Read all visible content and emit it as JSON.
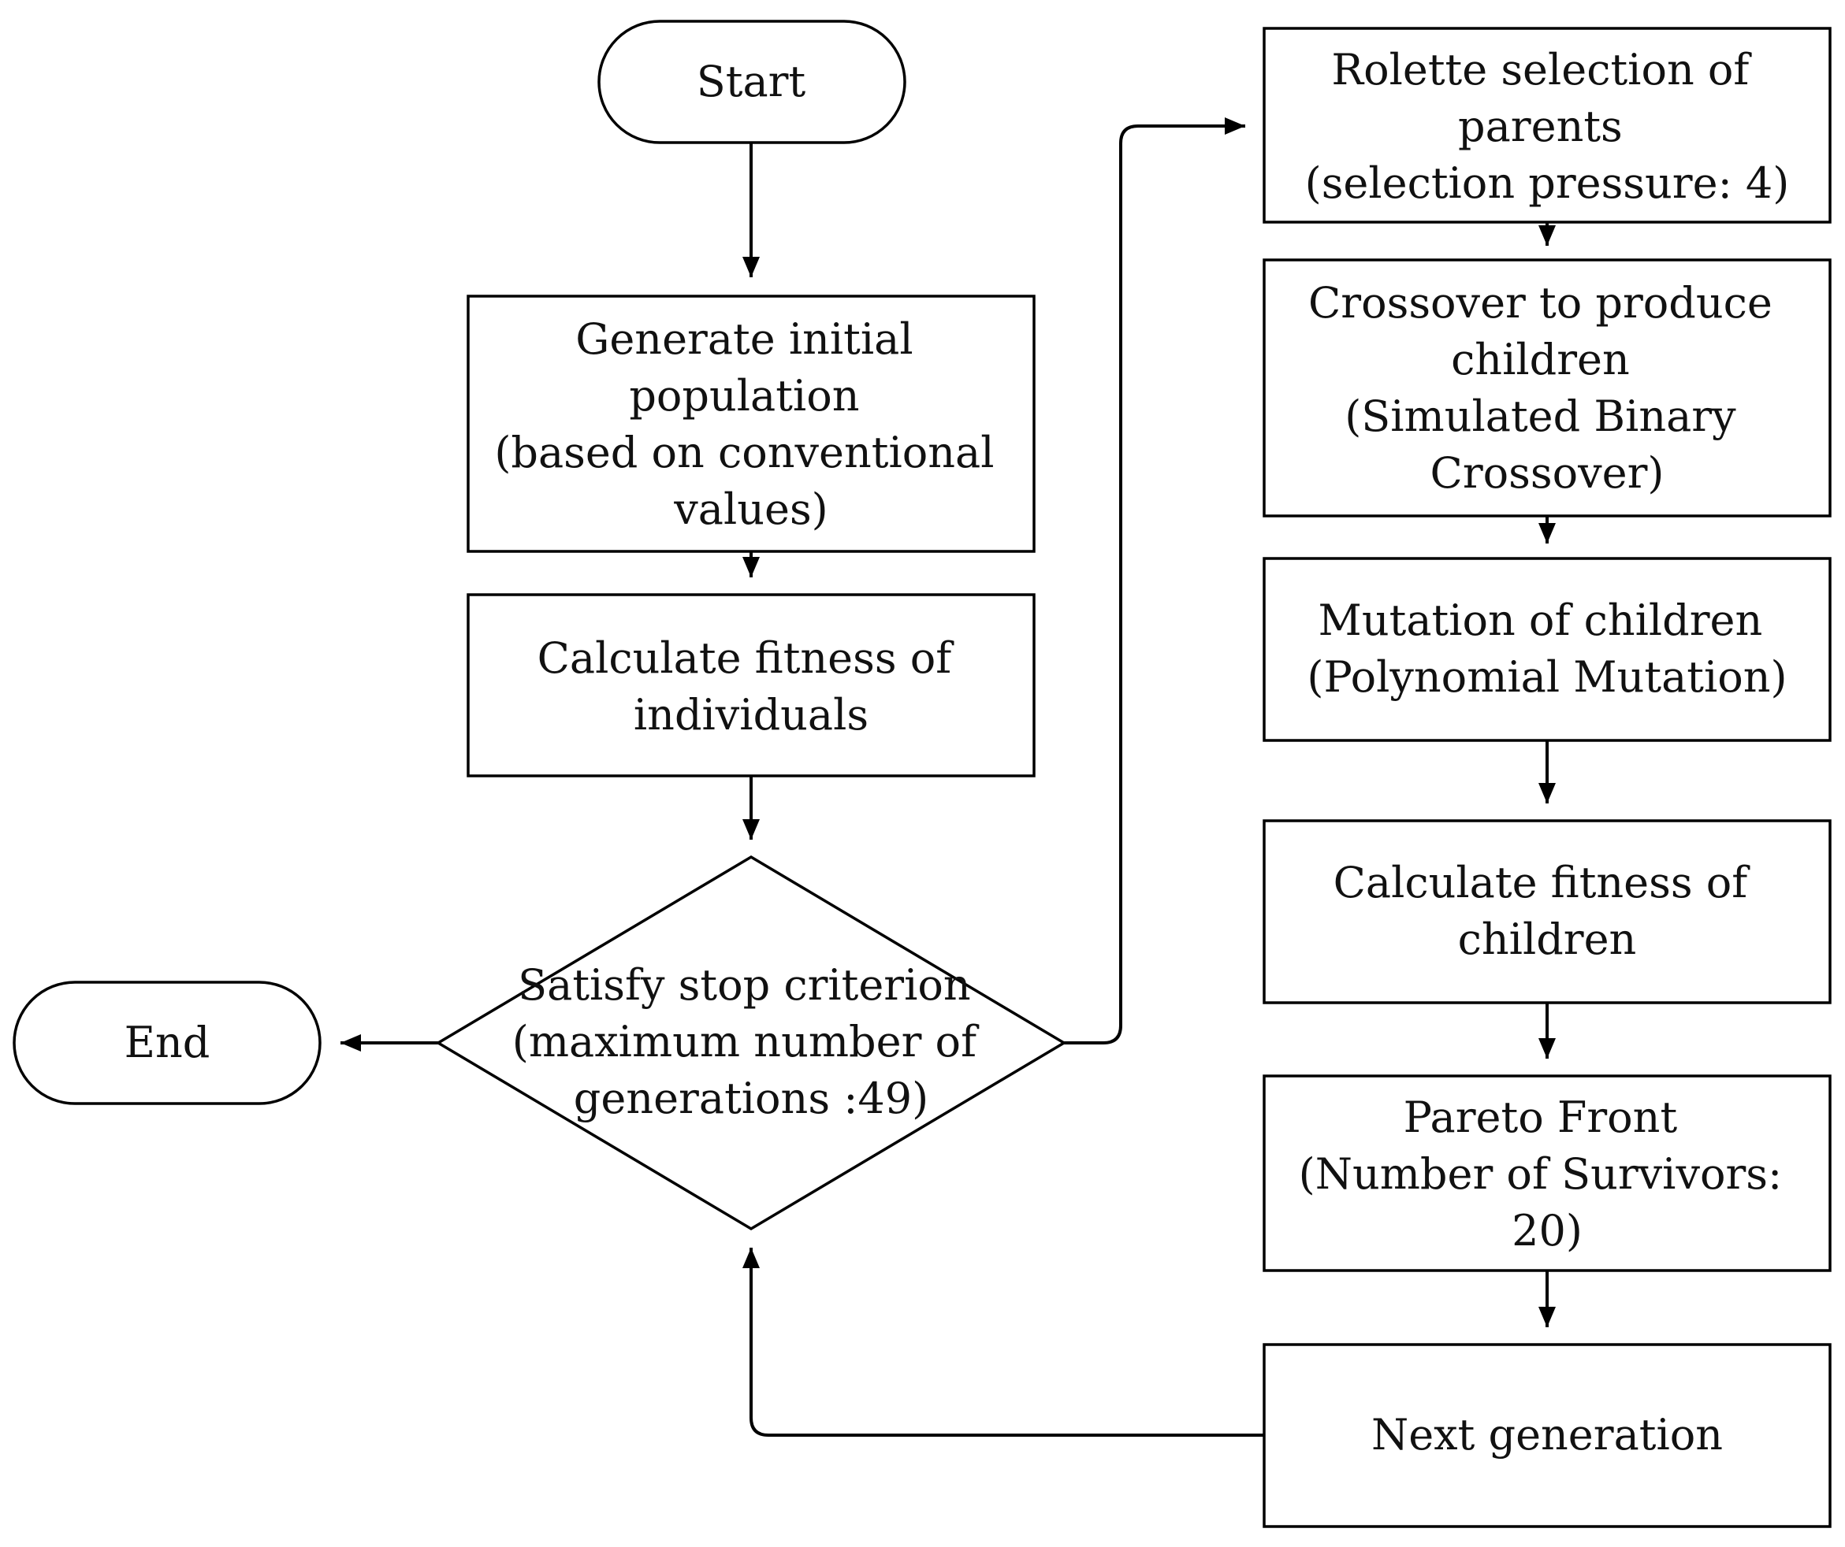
{
  "diagram": {
    "nodes": {
      "start": {
        "lines": [
          "Start"
        ]
      },
      "generate": {
        "lines": [
          "Generate initial",
          "population",
          "(based on conventional",
          "values)"
        ]
      },
      "fitness_individuals": {
        "lines": [
          "Calculate fitness of",
          "individuals"
        ]
      },
      "stop": {
        "lines": [
          "Satisfy stop criterion",
          "(maximum number of",
          "generations :49)"
        ]
      },
      "end": {
        "lines": [
          "End"
        ]
      },
      "selection": {
        "lines": [
          "Rolette selection of",
          "parents",
          "(selection pressure: 4)"
        ]
      },
      "crossover": {
        "lines": [
          "Crossover to produce",
          "children",
          "(Simulated Binary",
          "Crossover)"
        ]
      },
      "mutation": {
        "lines": [
          "Mutation of children",
          "(Polynomial Mutation)"
        ]
      },
      "fitness_children": {
        "lines": [
          "Calculate fitness of",
          "children"
        ]
      },
      "pareto": {
        "lines": [
          "Pareto Front",
          "(Number of Survivors:",
          "20)"
        ]
      },
      "next_gen": {
        "lines": [
          "Next generation"
        ]
      }
    }
  }
}
